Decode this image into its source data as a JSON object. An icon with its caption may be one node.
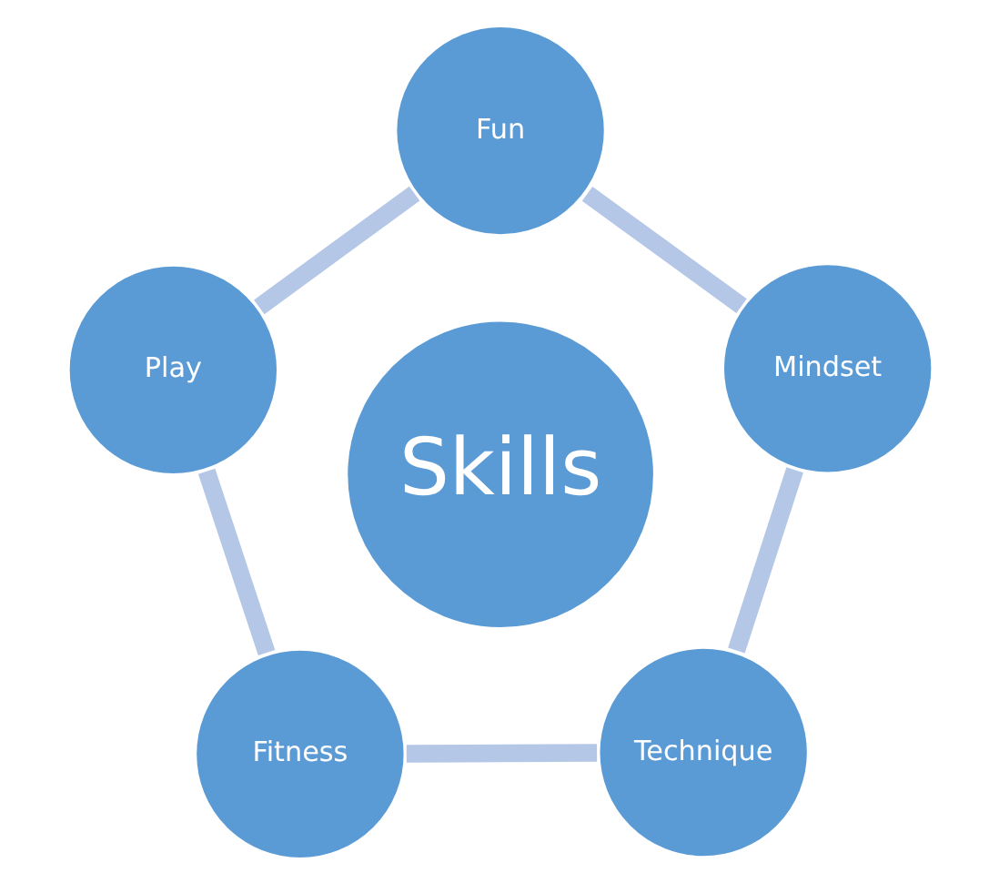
{
  "diagram": {
    "nodes": [
      {
        "text": [
          "Fun"
        ]
      },
      {
        "text": [
          "Play"
        ]
      },
      {
        "text": [
          "Skills"
        ]
      },
      {
        "text": [
          "Mindset"
        ]
      },
      {
        "text": [
          "Fitness"
        ]
      },
      {
        "text": [
          "Technique"
        ]
      }
    ],
    "edges": [
      {
        "from": 0,
        "to": 3,
        "arrow": "none"
      },
      {
        "from": 3,
        "to": 5,
        "arrow": "none"
      },
      {
        "from": 5,
        "to": 4,
        "arrow": "none"
      },
      {
        "from": 4,
        "to": 1,
        "arrow": "none"
      },
      {
        "from": 1,
        "to": 0,
        "arrow": "none"
      }
    ]
  }
}
